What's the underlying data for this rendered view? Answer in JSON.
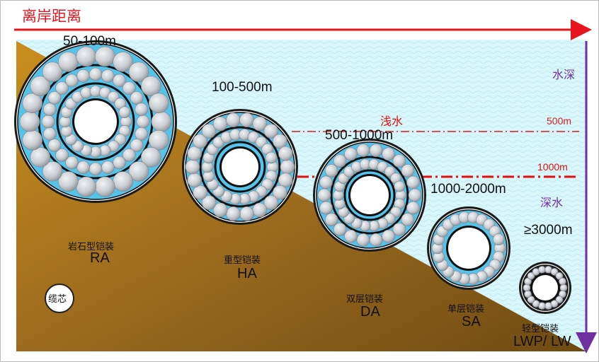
{
  "header": {
    "title": "离岸距离"
  },
  "depth_axis": {
    "label": "水深",
    "mark_500": "500m",
    "mark_1000": "1000m"
  },
  "zones": {
    "shallow": "浅水",
    "deep": "深水"
  },
  "ranges": [
    "50-100m",
    "100-500m",
    "500-1000m",
    "1000-2000m",
    "≥3000m"
  ],
  "armor_types": [
    {
      "name": "岩石型铠装",
      "code": "RA"
    },
    {
      "name": "重型铠装",
      "code": "HA"
    },
    {
      "name": "双层铠装",
      "code": "DA"
    },
    {
      "name": "单层铠装",
      "code": "SA"
    },
    {
      "name": "轻型铠装",
      "code": "LWP/ LW"
    }
  ],
  "legend": {
    "core": "缆芯"
  },
  "colors": {
    "title_red": "#e8141e",
    "axis_purple": "#7030a0",
    "water": "#d8f6fa",
    "seabed": "#9b6a1c",
    "wire_fill": "#c7cbd0",
    "wire_bg": "#55c3ea",
    "dash_500": "#d42020",
    "dash_1000": "#e01010"
  }
}
